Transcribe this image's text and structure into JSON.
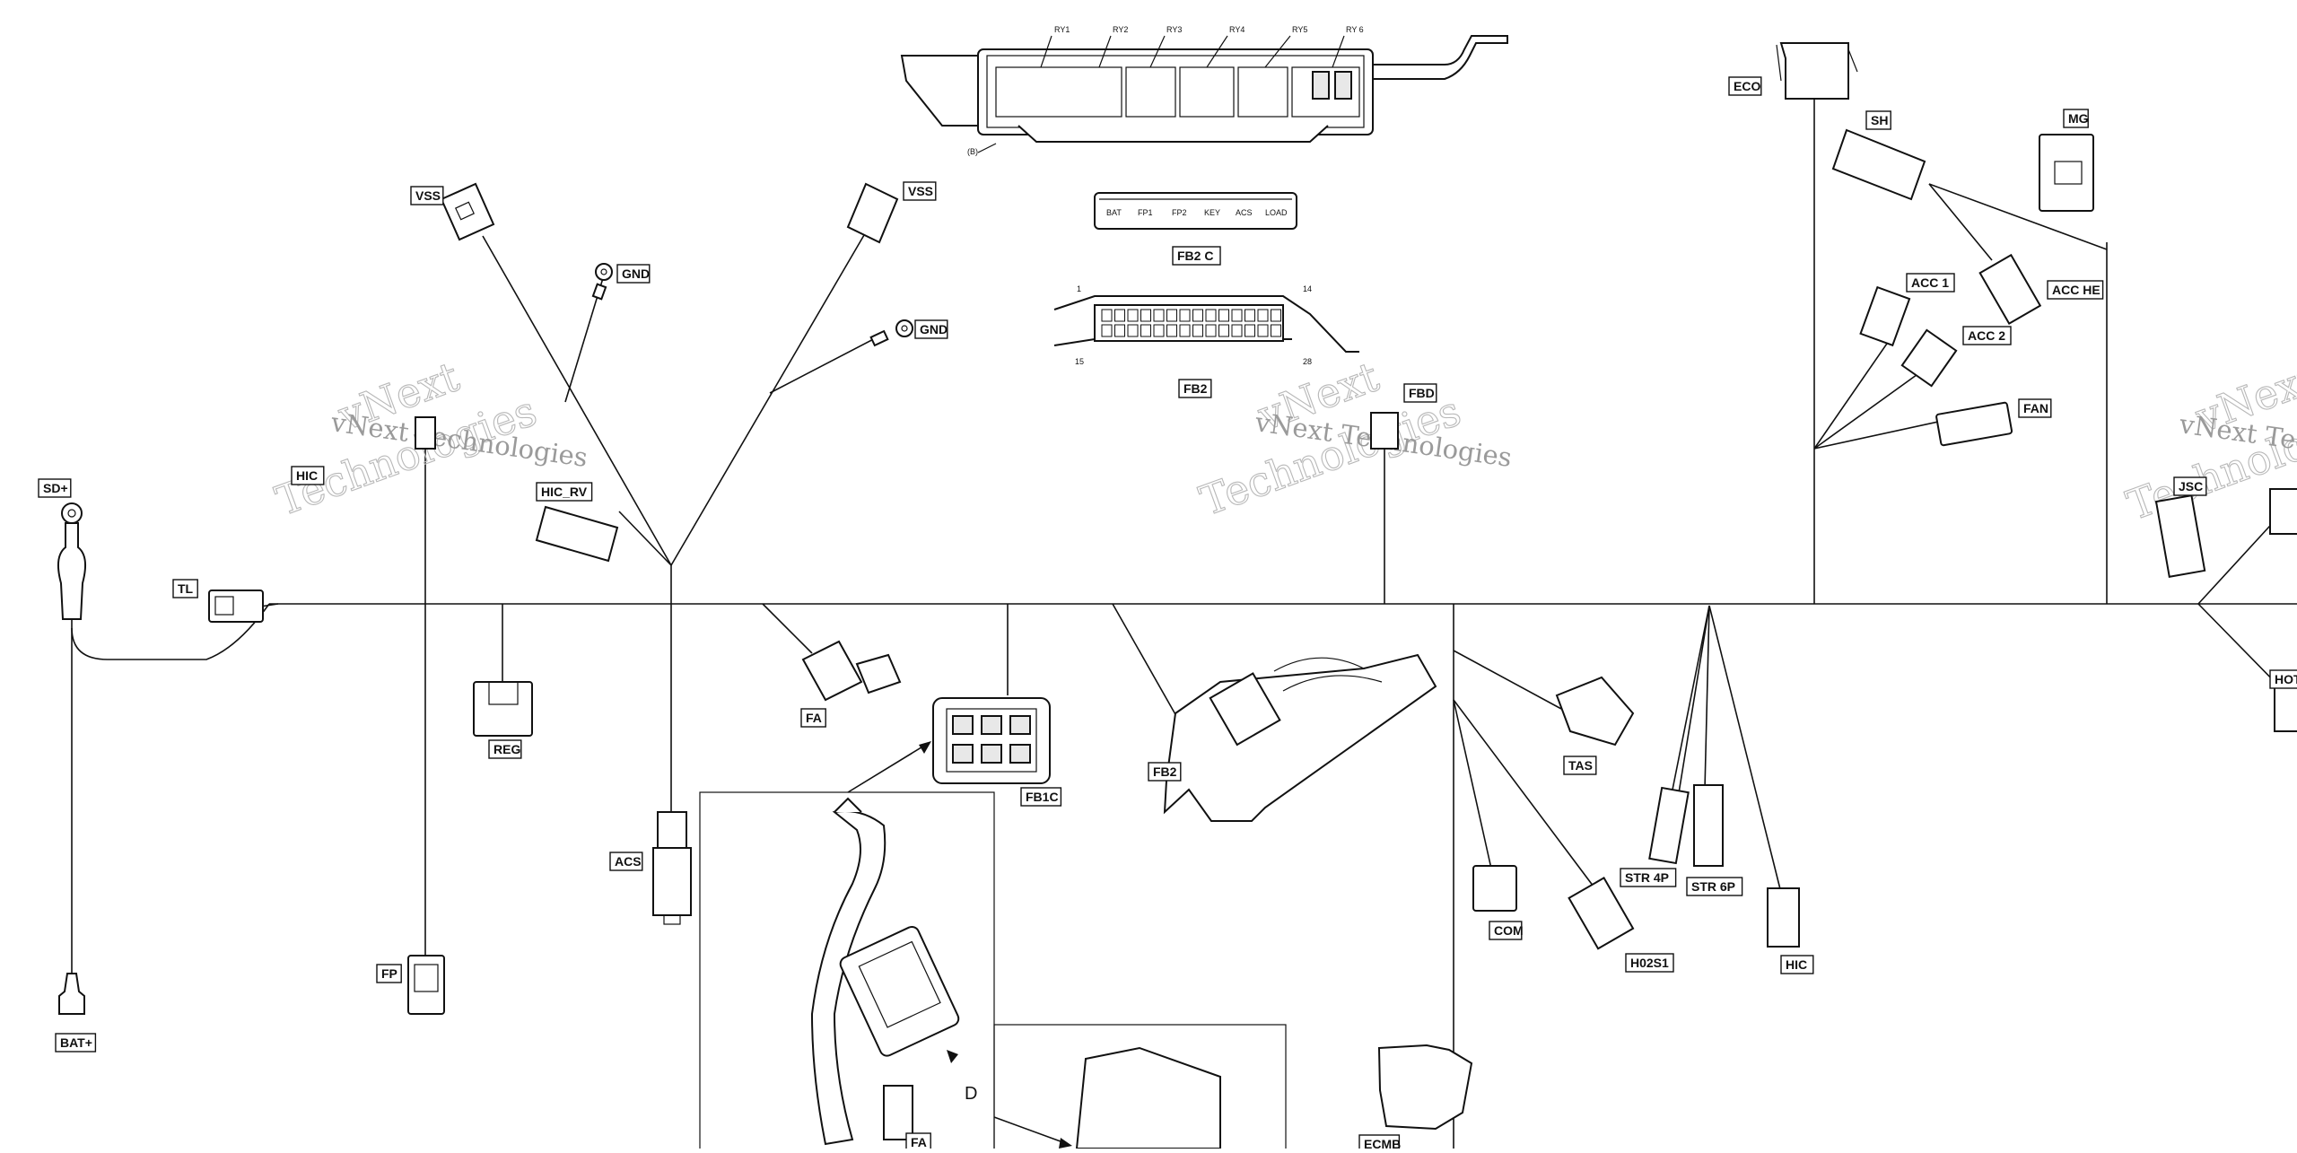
{
  "watermark": {
    "brand_line": "vNext Technologies",
    "outline_top": "vNext",
    "outline_bottom": "Technologies"
  },
  "connectors": {
    "sd_plus": "SD+",
    "bat_plus": "BAT+",
    "tl": "TL",
    "hic_left": "HIC",
    "fp": "FP",
    "reg": "REG",
    "acs": "ACS",
    "hic_rv": "HIC_RV",
    "vss_left": "VSS",
    "gnd_left": "GND",
    "vss_mid": "VSS",
    "gnd_mid": "GND",
    "fa_top": "FA",
    "fb1c": "FB1C",
    "fb2c": "FB2 C",
    "fb2_top": "FB2",
    "fb2_main": "FB2",
    "fbd": "FBD",
    "eco": "ECO",
    "sh": "SH",
    "mg": "MG",
    "acc1": "ACC 1",
    "acc2": "ACC 2",
    "acc_he": "ACC HE",
    "fan": "FAN",
    "tas": "TAS",
    "com": "COM",
    "h02s1": "H02S1",
    "str4p": "STR 4P",
    "str6p": "STR 6P",
    "hic_right": "HIC",
    "fa_bottom": "FA",
    "ecmb": "ECMB",
    "detail_d": "D",
    "jsc": "JSC",
    "hot": "HOT"
  },
  "fuse_box_top": {
    "slot_labels": [
      "RY1",
      "RY2",
      "RY3",
      "RY4",
      "RY5",
      "RY 6"
    ],
    "callout": "(B)"
  },
  "fb2c_pins": [
    "BAT",
    "FP1",
    "FP2",
    "KEY",
    "ACS",
    "LOAD"
  ],
  "fb2_pin_numbers": [
    "1",
    "14",
    "15",
    "28"
  ]
}
